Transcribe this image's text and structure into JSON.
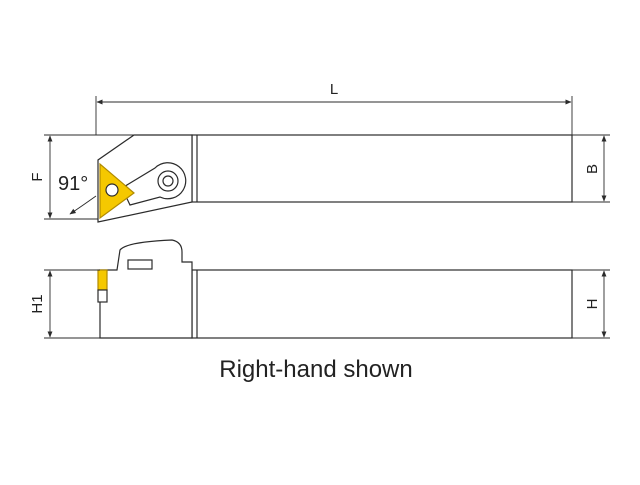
{
  "diagram": {
    "dimensions": {
      "L": "L",
      "F": "F",
      "B": "B",
      "H1": "H1",
      "H": "H"
    },
    "angle": "91°",
    "caption": "Right-hand shown",
    "colors": {
      "line": "#2b2b2b",
      "body_fill": "#ffffff",
      "insert": "#f5c800",
      "insert_edge": "#b08a00",
      "background": "#ffffff"
    }
  }
}
